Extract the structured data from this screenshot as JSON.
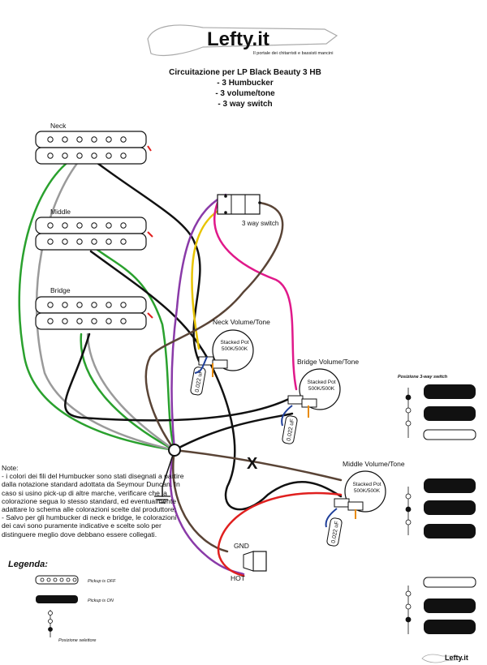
{
  "header": {
    "logo_text": "Lefty.it",
    "tagline": "Il portale dei chitarristi e bassisti mancini",
    "title_lines": [
      "Circuitazione per LP Black Beauty 3 HB",
      "- 3 Humbucker",
      "- 3 volume/tone",
      "- 3 way switch"
    ]
  },
  "pickups": {
    "neck": "Neck",
    "middle": "Middle",
    "bridge": "Bridge"
  },
  "switch": {
    "label": "3 way switch"
  },
  "pots": {
    "neck": {
      "title": "Neck Volume/Tone",
      "line1": "Stacked Pot",
      "line2": "500K/500K",
      "cap": "0.022 uF"
    },
    "bridge": {
      "title": "Bridge Volume/Tone",
      "line1": "Stacked Pot",
      "line2": "500K/500K",
      "cap": "0.022 uF"
    },
    "middle": {
      "title": "Middle Volume/Tone",
      "line1": "Stacked Pot",
      "line2": "500K/500K",
      "cap": "0.022 uF"
    }
  },
  "cross_mark": "X",
  "jack": {
    "gnd": "GND",
    "hot": "HOT"
  },
  "note": {
    "title": "Note:",
    "lines": [
      "- i colori dei fili del Humbucker sono stati disegnati a partire dalla notazione standard adottata da Seymour Duncan. In caso si usino pick-up di altre marche, verificare che la colorazione segua lo stesso standard, ed eventualmente adattare lo schema alle colorazioni scelte dal produttore;",
      "- Salvo per gli humbucker di neck e bridge, le colorazioni dei cavi sono puramente indicative e scelte solo per distinguere meglio dove debbano essere collegati."
    ]
  },
  "legend": {
    "title": "Legenda:",
    "off": "Pickup is OFF",
    "on": "Pickup is ON",
    "selector": "Posizione selettore"
  },
  "positions_title": "Posizione 3-way switch",
  "footer_logo": "Lefty.it",
  "colors": {
    "black": "#111111",
    "green": "#2aa12e",
    "gray": "#9a9a9a",
    "red": "#e0201f",
    "pink": "#e0198a",
    "purple": "#8a3aa8",
    "brown": "#5a4436",
    "blue": "#1f3f9a",
    "yellow": "#e8c400",
    "orange": "#e88a00"
  }
}
